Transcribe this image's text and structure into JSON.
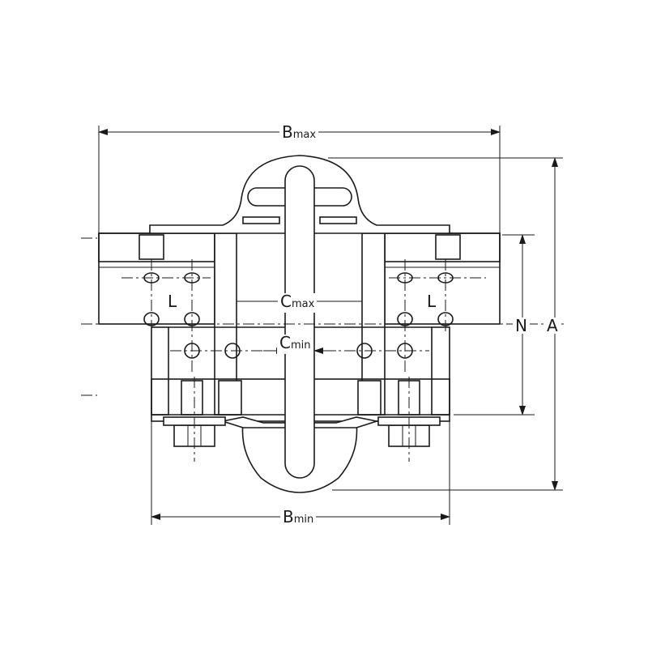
{
  "labels": {
    "b_max": {
      "main": "B",
      "sub": "max"
    },
    "b_min": {
      "main": "B",
      "sub": "min"
    },
    "c_max": {
      "main": "C",
      "sub": "max"
    },
    "c_min": {
      "main": "C",
      "sub": "min"
    },
    "l_left": "L",
    "l_right": "L",
    "n": "N",
    "a": "A"
  },
  "colors": {
    "line": "#1a1a1a",
    "background": "#ffffff"
  }
}
